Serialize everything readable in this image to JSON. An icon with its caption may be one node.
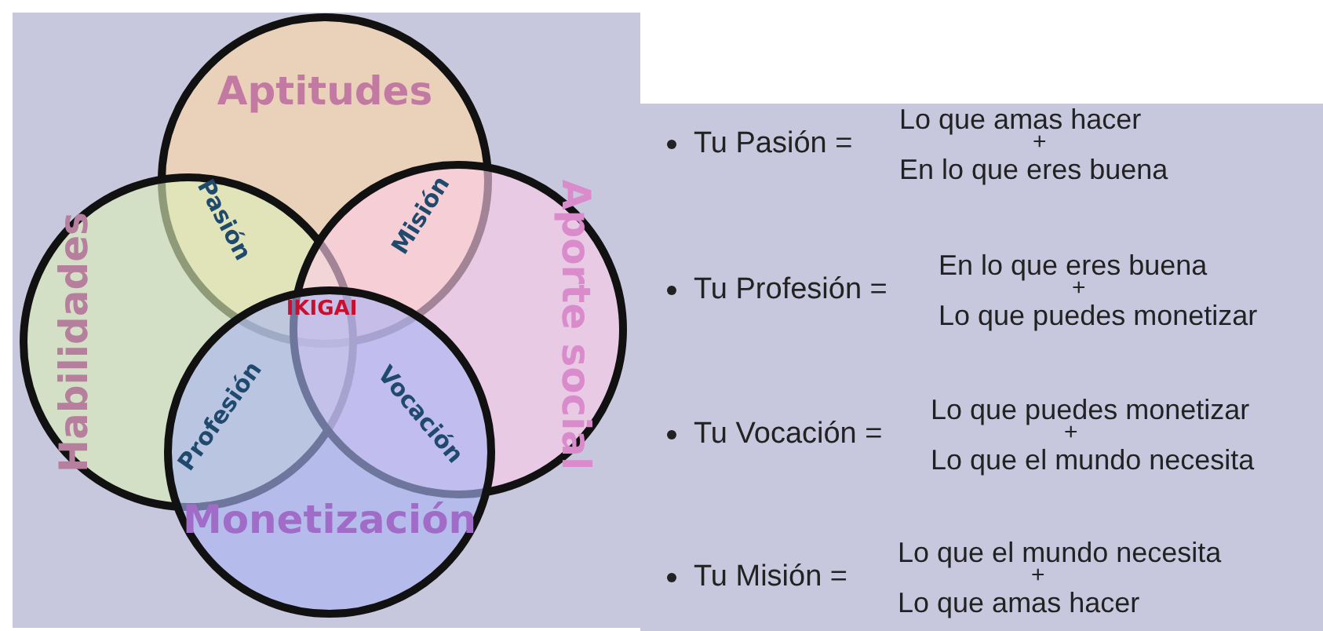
{
  "diagram": {
    "nodes": [
      {
        "text": [
          "Aptitudes"
        ]
      },
      {
        "text": [
          "Habilidades"
        ]
      },
      {
        "text": [
          "Aporte social"
        ]
      },
      {
        "text": [
          "Monetización"
        ]
      }
    ],
    "edges": [],
    "labels": [
      "Pasión",
      "Misión",
      "IKIGAI",
      "Profesión",
      "Vocación",
      "Tu Pasión =",
      "Lo que amas hacer",
      "+",
      "En lo que eres buena",
      "Tu Profesión =",
      "En lo que eres buena",
      "+",
      "Lo que puedes monetizar",
      "Tu Vocación =",
      "Lo que puedes monetizar",
      "+",
      "Lo que el mundo necesita",
      "Tu Misión =",
      "Lo que el mundo necesita",
      "+",
      "Lo que amas hacer"
    ]
  }
}
